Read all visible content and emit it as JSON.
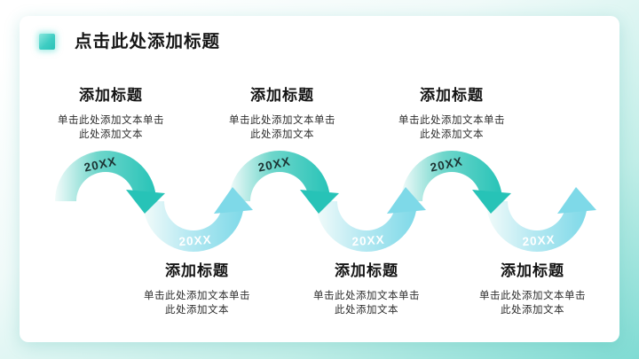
{
  "slide_title": {
    "icon": "teal-square-bullet",
    "text": "点击此处添加标题"
  },
  "diagram": {
    "type": "wave-timeline",
    "steps": [
      {
        "year": "20XX",
        "heading": "添加标题",
        "body": "单击此处添加文本单击此处添加文本",
        "position": "top"
      },
      {
        "year": "20XX",
        "heading": "添加标题",
        "body": "单击此处添加文本单击此处添加文本",
        "position": "bottom"
      },
      {
        "year": "20XX",
        "heading": "添加标题",
        "body": "单击此处添加文本单击此处添加文本",
        "position": "top"
      },
      {
        "year": "20XX",
        "heading": "添加标题",
        "body": "单击此处添加文本单击此处添加文本",
        "position": "bottom"
      },
      {
        "year": "20XX",
        "heading": "添加标题",
        "body": "单击此处添加文本单击此处添加文本",
        "position": "top"
      },
      {
        "year": "20XX",
        "heading": "添加标题",
        "body": "单击此处添加文本单击此处添加文本",
        "position": "bottom"
      }
    ]
  },
  "colors": {
    "teal_dark": "#27c3b7",
    "teal_mid": "#6ed6cb",
    "cyan_light": "#7ed9e8",
    "cyan_mid": "#b7e9f2",
    "arc_start": "#f2fbfa",
    "upper_year_text": "#1c3333",
    "lower_year_text": "#ffffff",
    "background_edge": "#7fdbd3"
  }
}
